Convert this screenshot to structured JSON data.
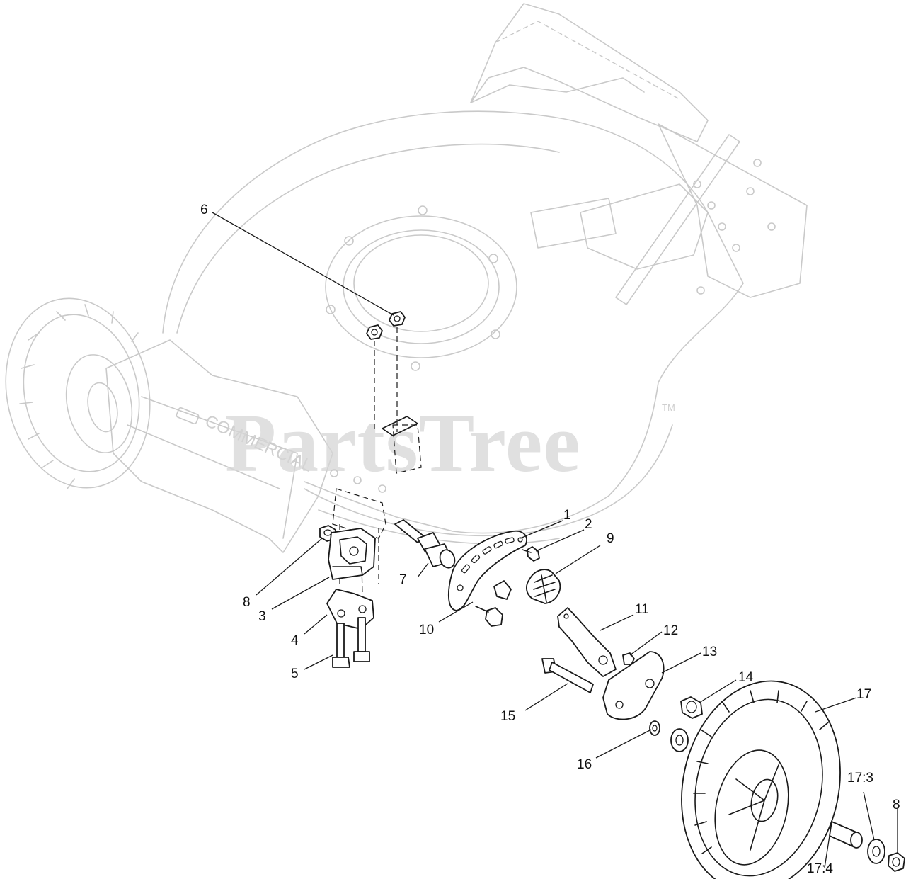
{
  "watermark": {
    "text": "PartsTree",
    "trademark": "TM"
  },
  "deck_label": "COMMERCIAL",
  "callouts": [
    {
      "id": "c-1",
      "label": "1"
    },
    {
      "id": "c-2",
      "label": "2"
    },
    {
      "id": "c-9",
      "label": "9"
    },
    {
      "id": "c-6",
      "label": "6"
    },
    {
      "id": "c-7",
      "label": "7"
    },
    {
      "id": "c-8a",
      "label": "8"
    },
    {
      "id": "c-3",
      "label": "3"
    },
    {
      "id": "c-4",
      "label": "4"
    },
    {
      "id": "c-5",
      "label": "5"
    },
    {
      "id": "c-10",
      "label": "10"
    },
    {
      "id": "c-11",
      "label": "11"
    },
    {
      "id": "c-12",
      "label": "12"
    },
    {
      "id": "c-13",
      "label": "13"
    },
    {
      "id": "c-14",
      "label": "14"
    },
    {
      "id": "c-15",
      "label": "15"
    },
    {
      "id": "c-16",
      "label": "16"
    },
    {
      "id": "c-17",
      "label": "17"
    },
    {
      "id": "c-17-3",
      "label": "17:3"
    },
    {
      "id": "c-17-4",
      "label": "17:4"
    },
    {
      "id": "c-8b",
      "label": "8"
    }
  ]
}
